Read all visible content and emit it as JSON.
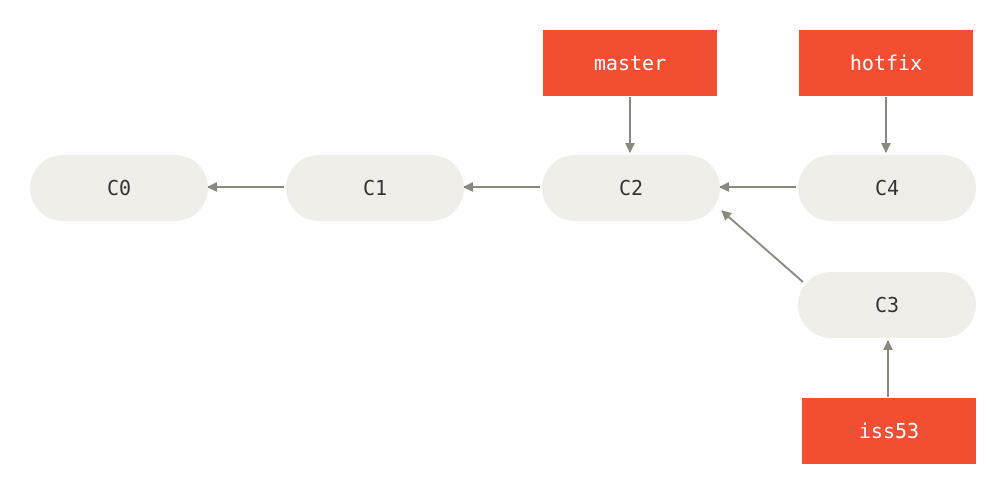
{
  "colors": {
    "commit_fill": "#efeee8",
    "commit_text": "#333333",
    "branch_fill": "#f14e32",
    "branch_text": "#ffffff",
    "arrow": "#8a877d"
  },
  "commits": [
    {
      "id": "c0",
      "label": "C0"
    },
    {
      "id": "c1",
      "label": "C1"
    },
    {
      "id": "c2",
      "label": "C2"
    },
    {
      "id": "c4",
      "label": "C4"
    },
    {
      "id": "c3",
      "label": "C3"
    }
  ],
  "branches": [
    {
      "id": "master",
      "label": "master",
      "points_to": "C2"
    },
    {
      "id": "hotfix",
      "label": "hotfix",
      "points_to": "C4"
    },
    {
      "id": "iss53",
      "label": "iss53",
      "points_to": "C3"
    }
  ],
  "parent_links": [
    {
      "from": "C1",
      "to": "C0"
    },
    {
      "from": "C2",
      "to": "C1"
    },
    {
      "from": "C4",
      "to": "C2"
    },
    {
      "from": "C3",
      "to": "C2"
    }
  ]
}
